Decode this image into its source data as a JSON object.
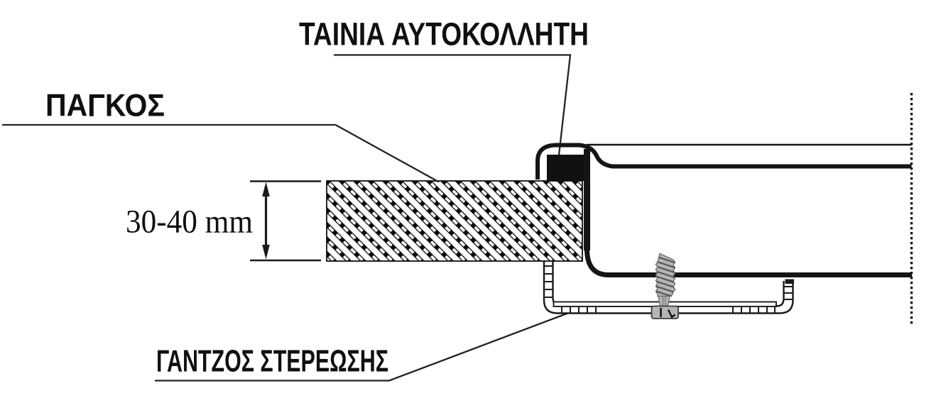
{
  "diagram": {
    "labels": {
      "adhesive_tape": "ΤΑΙΝΙΑ ΑΥΤΟΚΟΛΛΗΤΗ",
      "countertop": "ΠΑΓΚΟΣ",
      "fixing_hook": "ΓΑΝΤΖΟΣ ΣΤΕΡΕΩΣΗΣ",
      "thickness_dimension": "30-40 mm"
    },
    "colors": {
      "ink": "#1a1a1a",
      "tape": "#111111",
      "screw": "#b5b5b5",
      "background": "#ffffff"
    }
  }
}
